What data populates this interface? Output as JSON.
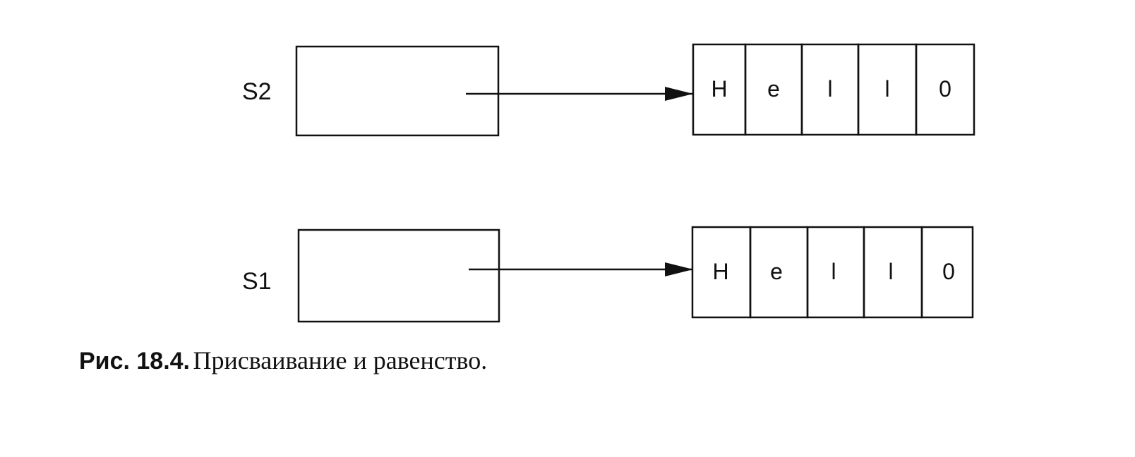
{
  "diagram": {
    "rows": [
      {
        "variable": "S2",
        "cells": [
          "H",
          "e",
          "l",
          "l",
          "0"
        ]
      },
      {
        "variable": "S1",
        "cells": [
          "H",
          "e",
          "l",
          "l",
          "0"
        ]
      }
    ]
  },
  "caption": {
    "label": "Рис. 18.4.",
    "text": "Присваивание и равенство."
  }
}
